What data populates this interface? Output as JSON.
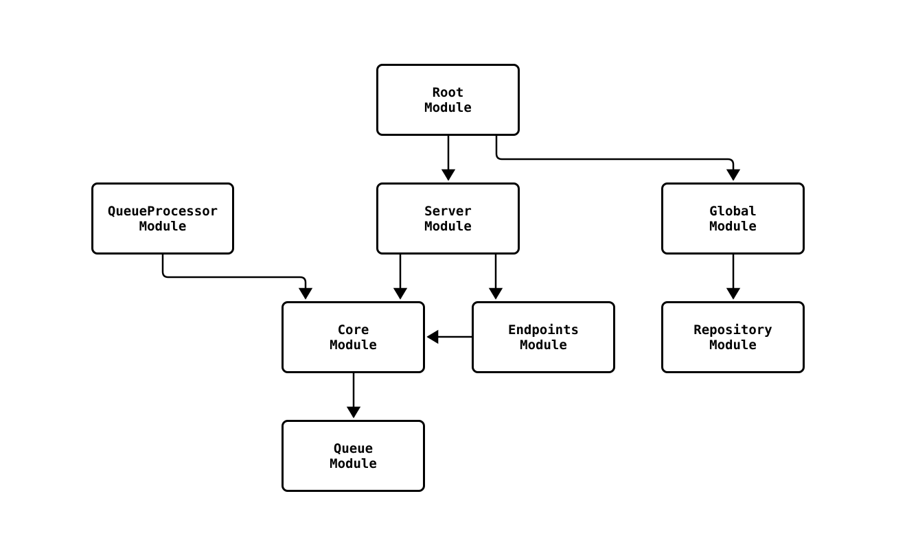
{
  "diagram": {
    "type": "flowchart",
    "direction": "top-down",
    "background_color": "#ffffff",
    "stroke_color": "#000000",
    "node_fill_color": "#ffffff",
    "text_color": "#000000",
    "nodes": {
      "root": {
        "label": "Root\nModule"
      },
      "queueprocessor": {
        "label": "QueueProcessor\nModule"
      },
      "server": {
        "label": "Server\nModule"
      },
      "global": {
        "label": "Global\nModule"
      },
      "core": {
        "label": "Core\nModule"
      },
      "endpoints": {
        "label": "Endpoints\nModule"
      },
      "repository": {
        "label": "Repository\nModule"
      },
      "queue": {
        "label": "Queue\nModule"
      }
    },
    "edges": [
      {
        "from": "Root Module",
        "to": "Server Module"
      },
      {
        "from": "Root Module",
        "to": "Global Module"
      },
      {
        "from": "QueueProcessor Module",
        "to": "Core Module"
      },
      {
        "from": "Server Module",
        "to": "Core Module"
      },
      {
        "from": "Server Module",
        "to": "Endpoints Module"
      },
      {
        "from": "Endpoints Module",
        "to": "Core Module"
      },
      {
        "from": "Global Module",
        "to": "Repository Module"
      },
      {
        "from": "Core Module",
        "to": "Queue Module"
      }
    ]
  }
}
